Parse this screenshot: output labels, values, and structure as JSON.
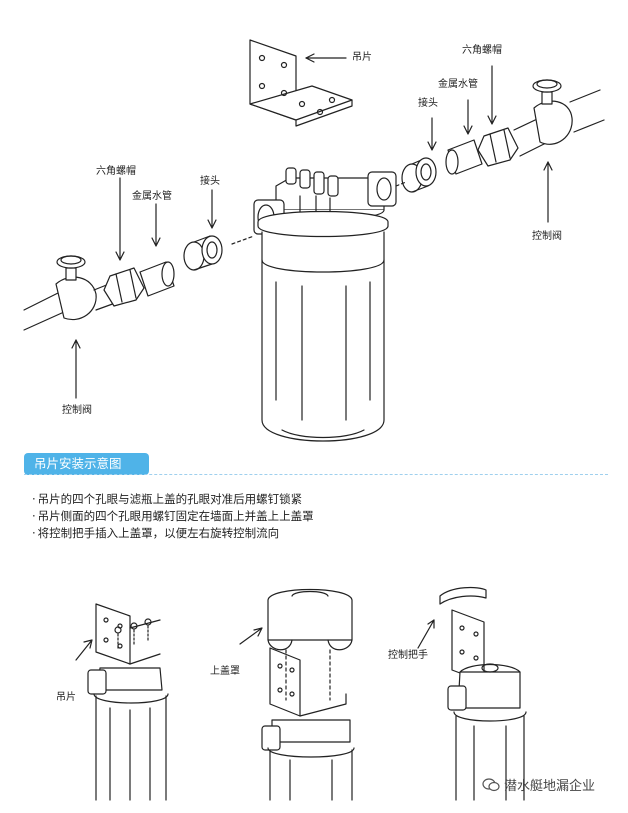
{
  "top_diagram": {
    "label_hanger": "吊片",
    "label_hex_nut_right": "六角螺帽",
    "label_metal_pipe_right": "金属水管",
    "label_connector_right": "接头",
    "label_valve_right": "控制阀",
    "label_hex_nut_left": "六角螺帽",
    "label_metal_pipe_left": "金属水管",
    "label_connector_left": "接头",
    "label_valve_left": "控制阀"
  },
  "section": {
    "title": "吊片安装示意图",
    "steps": [
      "吊片的四个孔眼与滤瓶上盖的孔眼对准后用螺钉锁紧",
      "吊片侧面的四个孔眼用螺钉固定在墙面上并盖上上盖罩",
      "将控制把手插入上盖罩，以便左右旋转控制流向"
    ]
  },
  "bottom_diagrams": {
    "label_hanger": "吊片",
    "label_cover": "上盖罩",
    "label_handle": "控制把手"
  },
  "watermark": {
    "text": "潜水艇地漏企业"
  },
  "colors": {
    "accent": "#4fb3e8",
    "line": "#222222"
  }
}
